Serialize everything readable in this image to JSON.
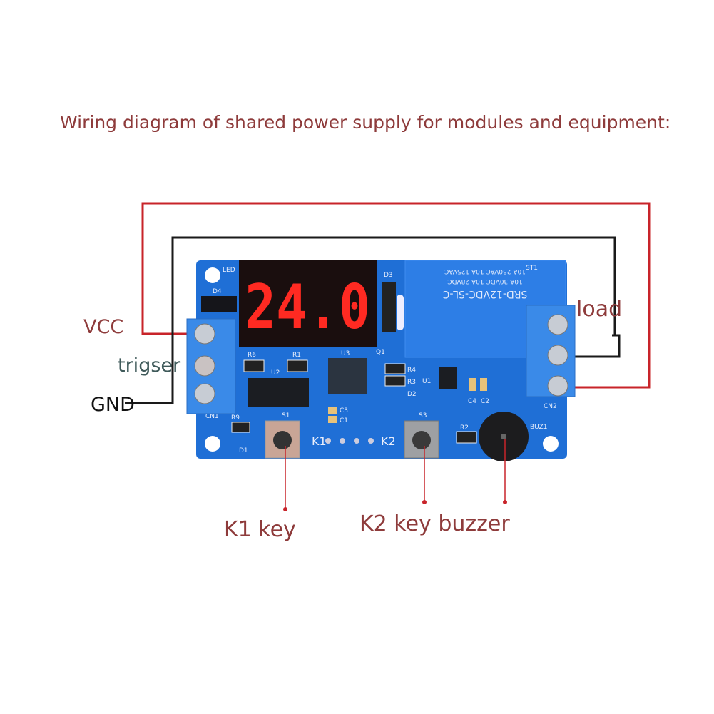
{
  "title": "Wiring diagram of shared power supply for modules and equipment:",
  "labels": {
    "vcc": "VCC",
    "trigger": "trigser",
    "gnd": "GND",
    "load": "load",
    "k1": "K1 key",
    "k2_buzzer": "K2 key buzzer"
  },
  "board": {
    "display": "24.0",
    "relay_lines": [
      "SRD-12VDC-SL-C",
      "10A 30VDC 10A 28VDC",
      "10A 250VAC 10A 125VAC"
    ],
    "silkscreen": {
      "led": "LED",
      "d4": "D4",
      "d3": "D3",
      "st1": "ST1",
      "q1": "Q1",
      "r6": "R6",
      "r1": "R1",
      "u3": "U3",
      "u2": "U2",
      "r4": "R4",
      "r3": "R3",
      "u1": "U1",
      "d2": "D2",
      "c4": "C4",
      "c2": "C2",
      "c3": "C3",
      "c1": "C1",
      "cn1": "CN1",
      "cn2": "CN2",
      "r9": "R9",
      "s1": "S1",
      "s3": "S3",
      "r2": "R2",
      "buz1": "BUZ1",
      "d1": "D1",
      "k1": "K1",
      "k2": "K2"
    }
  },
  "colors": {
    "board": "#1f6fd6",
    "title": "#8e3b3b",
    "wire_red": "#c8242a",
    "wire_black": "#1a1a1a",
    "segment": "#ff2a22"
  }
}
